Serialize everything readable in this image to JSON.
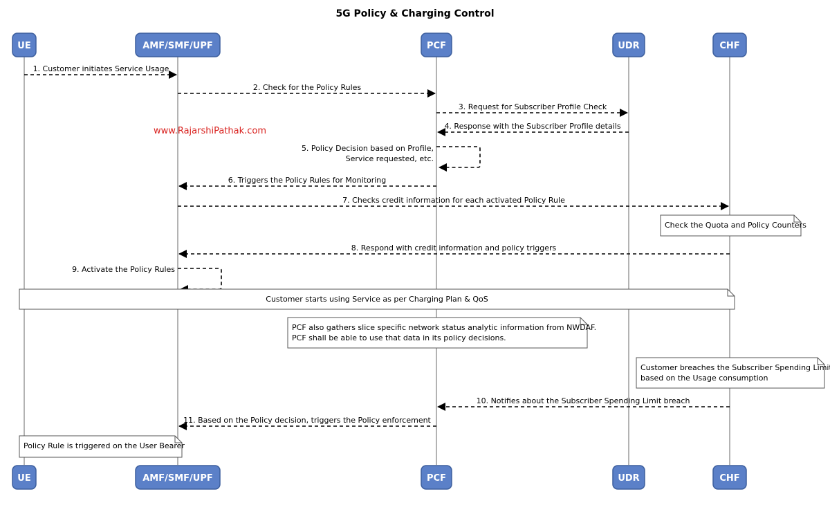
{
  "title": "5G Policy & Charging Control",
  "watermark": "www.RajarshiPathak.com",
  "participants": [
    {
      "id": "UE",
      "label": "UE"
    },
    {
      "id": "AMF",
      "label": "AMF/SMF/UPF"
    },
    {
      "id": "PCF",
      "label": "PCF"
    },
    {
      "id": "UDR",
      "label": "UDR"
    },
    {
      "id": "CHF",
      "label": "CHF"
    }
  ],
  "messages": [
    {
      "from": "UE",
      "to": "AMF",
      "label": "1. Customer initiates Service Usage"
    },
    {
      "from": "AMF",
      "to": "PCF",
      "label": "2. Check for the Policy Rules"
    },
    {
      "from": "PCF",
      "to": "UDR",
      "label": "3. Request for Subscriber Profile Check"
    },
    {
      "from": "UDR",
      "to": "PCF",
      "label": "4. Response with the Subscriber Profile details"
    },
    {
      "from": "PCF",
      "to": "PCF",
      "label": [
        "5. Policy Decision based on Profile,",
        "Service requested, etc."
      ]
    },
    {
      "from": "PCF",
      "to": "AMF",
      "label": "6. Triggers the Policy Rules for Monitoring"
    },
    {
      "from": "AMF",
      "to": "CHF",
      "label": "7. Checks credit information for each activated Policy Rule"
    },
    {
      "from": "CHF",
      "to": "AMF",
      "label": "8. Respond with credit information and policy triggers"
    },
    {
      "from": "AMF",
      "to": "AMF",
      "label": [
        "9. Activate the Policy Rules"
      ]
    },
    {
      "from": "CHF",
      "to": "PCF",
      "label": "10. Notifies about the Subscriber Spending Limit breach"
    },
    {
      "from": "PCF",
      "to": "AMF",
      "label": "11. Based on the Policy decision, triggers the Policy enforcement"
    }
  ],
  "notes": [
    {
      "lines": [
        "Check the Quota and Policy Counters"
      ]
    },
    {
      "lines": [
        "Customer starts using Service as per Charging Plan & QoS"
      ]
    },
    {
      "lines": [
        "PCF also gathers slice specific network status analytic information from NWDAF.",
        "PCF shall be able to use that data in its policy decisions."
      ]
    },
    {
      "lines": [
        "Customer breaches the Subscriber Spending Limit",
        "based on the Usage consumption"
      ]
    },
    {
      "lines": [
        "Policy Rule is triggered on the User Bearer"
      ]
    }
  ],
  "colors": {
    "participant_fill": "#5b80c8",
    "participant_stroke": "#3d5f9e",
    "lifeline": "#9a9a9a",
    "watermark": "#d9221f"
  }
}
